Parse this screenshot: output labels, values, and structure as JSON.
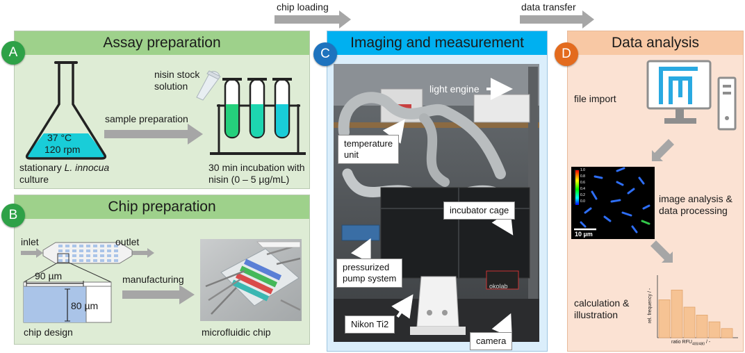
{
  "flow": {
    "chip_loading": "chip loading",
    "data_transfer": "data transfer"
  },
  "assay": {
    "title": "Assay preparation",
    "badge": "A",
    "flask_temp": "37 °C",
    "flask_rpm": "120 rpm",
    "nisin_stock": [
      "nisin stock",
      "solution"
    ],
    "sample_prep": "sample preparation",
    "culture_line1_prefix": "stationary ",
    "culture_line1_species": "L. innocua",
    "culture_line2": "culture",
    "incubation": [
      "30 min incubation with",
      "nisin (0 – 5 µg/mL)"
    ]
  },
  "chip": {
    "title": "Chip preparation",
    "badge": "B",
    "inlet": "inlet",
    "outlet": "outlet",
    "width": "90 µm",
    "height": "80 µm",
    "manufacturing": "manufacturing",
    "chip_design": "chip design",
    "microfluidic_chip": "microfluidic chip"
  },
  "imaging": {
    "title": "Imaging and measurement",
    "badge": "C",
    "light_engine": "light engine",
    "temperature_unit": [
      "temperature",
      "unit"
    ],
    "incubator_cage": "incubator cage",
    "pump": [
      "pressurized",
      "pump system"
    ],
    "microscope": "Nikon Ti2",
    "camera": "camera",
    "brand": "okolab"
  },
  "analysis": {
    "title": "Data analysis",
    "badge": "D",
    "file_import": "file import",
    "image_analysis": [
      "image analysis &",
      "data processing"
    ],
    "scale": "10 µm",
    "colorbar_ticks": [
      "1.0",
      "0.8",
      "0.6",
      "0.4",
      "0.2",
      "0.0"
    ],
    "calculation": [
      "calculation &",
      "illustration"
    ],
    "hist_ylabel": "rel. frequency / -",
    "hist_xlabel_main": "ratio RFU",
    "hist_xlabel_sub": "400/480",
    "hist_xlabel_tail": " / -"
  },
  "chart_data": {
    "type": "bar",
    "values": [
      0.62,
      0.78,
      0.5,
      0.37,
      0.26,
      0.15
    ],
    "ylabel": "rel. frequency / -",
    "xlabel": "ratio RFU400/480 / -"
  },
  "colors": {
    "green_panel": "#deecd5",
    "green_header": "#9ed18b",
    "blue_panel": "#dbeefb",
    "blue_header": "#00b0f0",
    "orange_panel": "#fbe2d3",
    "orange_header": "#f8c8a4",
    "badge_green": "#2ea147",
    "badge_blue": "#1e73be",
    "badge_orange": "#e36b1e",
    "arrow_gray": "#a6a6a6",
    "bar_orange": "#f6c394",
    "liquid_cyan": "#19cdd8"
  }
}
